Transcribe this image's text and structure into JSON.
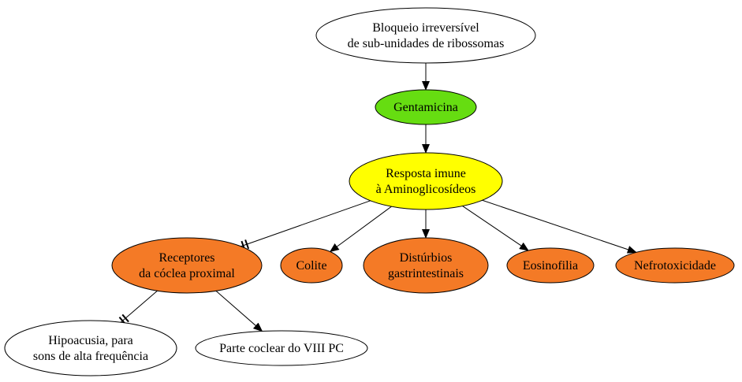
{
  "colors": {
    "green": "#66dd11",
    "yellow": "#ffff00",
    "orange": "#f47a26",
    "white": "#ffffff",
    "stroke": "#000000"
  },
  "nodes": {
    "bloqueio": {
      "lines": [
        "Bloqueio irreversível",
        "de sub-unidades de ribossomas"
      ],
      "fill": "white"
    },
    "gentamicina": {
      "lines": [
        "Gentamicina"
      ],
      "fill": "green"
    },
    "resposta": {
      "lines": [
        "Resposta imune",
        "à Aminoglicosídeos"
      ],
      "fill": "yellow"
    },
    "receptores": {
      "lines": [
        "Receptores",
        "da cóclea proximal"
      ],
      "fill": "orange"
    },
    "colite": {
      "lines": [
        "Colite"
      ],
      "fill": "orange"
    },
    "disturbios": {
      "lines": [
        "Distúrbios",
        "gastrintestinais"
      ],
      "fill": "orange"
    },
    "eosinofilia": {
      "lines": [
        "Eosinofilia"
      ],
      "fill": "orange"
    },
    "nefrotoxicidade": {
      "lines": [
        "Nefrotoxicidade"
      ],
      "fill": "orange"
    },
    "hipoacusia": {
      "lines": [
        "Hipoacusia, para",
        "sons de alta frequência"
      ],
      "fill": "white"
    },
    "parte_coclear": {
      "lines": [
        "Parte coclear do VIII PC"
      ],
      "fill": "white"
    }
  },
  "edges": [
    {
      "from": "bloqueio",
      "to": "gentamicina",
      "type": "arrow"
    },
    {
      "from": "gentamicina",
      "to": "resposta",
      "type": "arrow"
    },
    {
      "from": "resposta",
      "to": "receptores",
      "type": "tee"
    },
    {
      "from": "resposta",
      "to": "colite",
      "type": "arrow"
    },
    {
      "from": "resposta",
      "to": "disturbios",
      "type": "arrow"
    },
    {
      "from": "resposta",
      "to": "eosinofilia",
      "type": "arrow"
    },
    {
      "from": "resposta",
      "to": "nefrotoxicidade",
      "type": "arrow"
    },
    {
      "from": "receptores",
      "to": "hipoacusia",
      "type": "tee"
    },
    {
      "from": "receptores",
      "to": "parte_coclear",
      "type": "arrow"
    }
  ]
}
